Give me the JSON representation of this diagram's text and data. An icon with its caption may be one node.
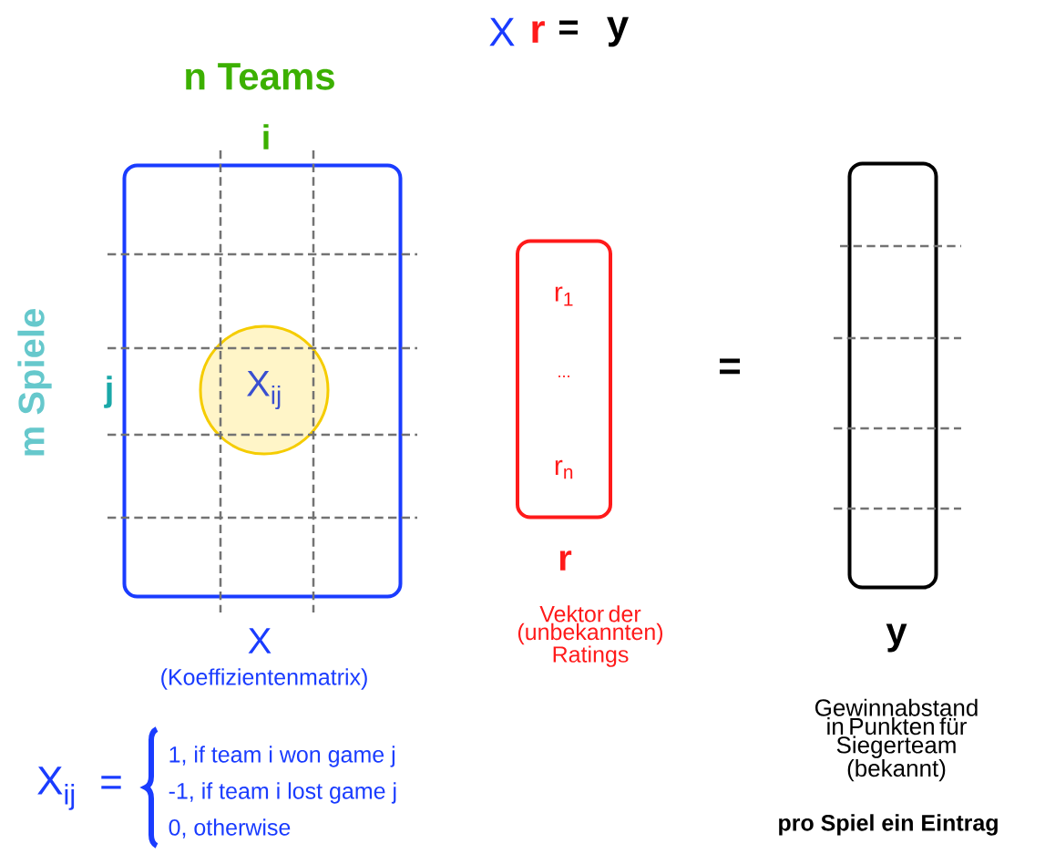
{
  "diagram": {
    "nodes": [
      {
        "text": [],
        "shape": "box",
        "beside": [
          "X",
          "(Koeffizientenmatrix)"
        ]
      },
      {
        "text": [
          "X$_{ij}$"
        ],
        "in": 0
      },
      {
        "text": [
          "r$_{1}$",
          "...",
          "r$_{n}$"
        ],
        "beside": [
          "r",
          "Vektor der (unbekannten) Ratings"
        ]
      },
      {
        "text": [],
        "shape": "box",
        "beside": [
          "y",
          "Gewinnabstand in Punkten für Siegerteam (bekannt)",
          "pro Spiel ein Eintrag"
        ]
      }
    ],
    "labels": [
      "X",
      "r",
      "=",
      "y",
      "n Teams",
      "i",
      "m Spiele",
      "j",
      "=",
      "X$_{ij}$",
      "=",
      "1, if team i won game j",
      "-1, if team i lost game j",
      "0, otherwise"
    ]
  }
}
